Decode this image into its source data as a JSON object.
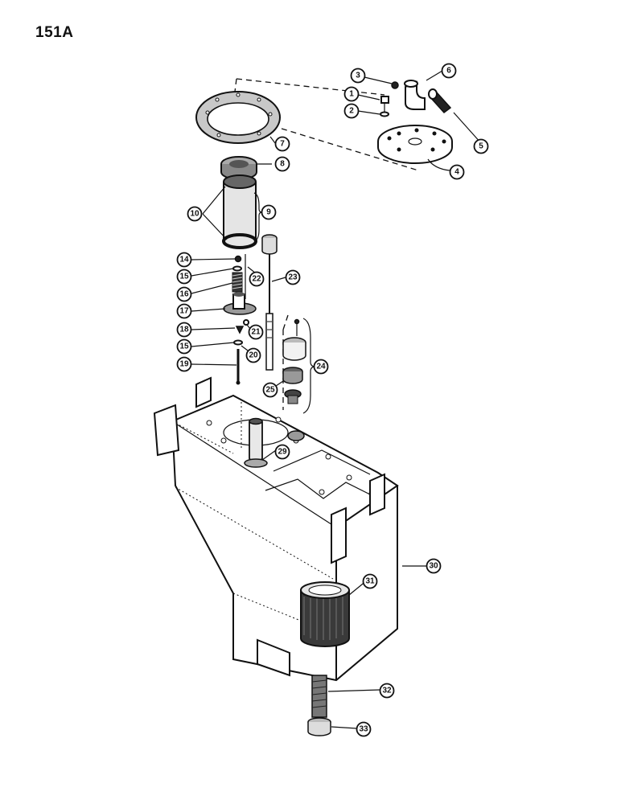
{
  "page": {
    "number": "151A"
  },
  "callouts": [
    "1",
    "2",
    "3",
    "4",
    "5",
    "6",
    "7",
    "8",
    "9",
    "10",
    "14",
    "15",
    "16",
    "17",
    "18",
    "15",
    "19",
    "20",
    "21",
    "22",
    "23",
    "24",
    "25",
    "29",
    "30",
    "31",
    "32",
    "33"
  ]
}
